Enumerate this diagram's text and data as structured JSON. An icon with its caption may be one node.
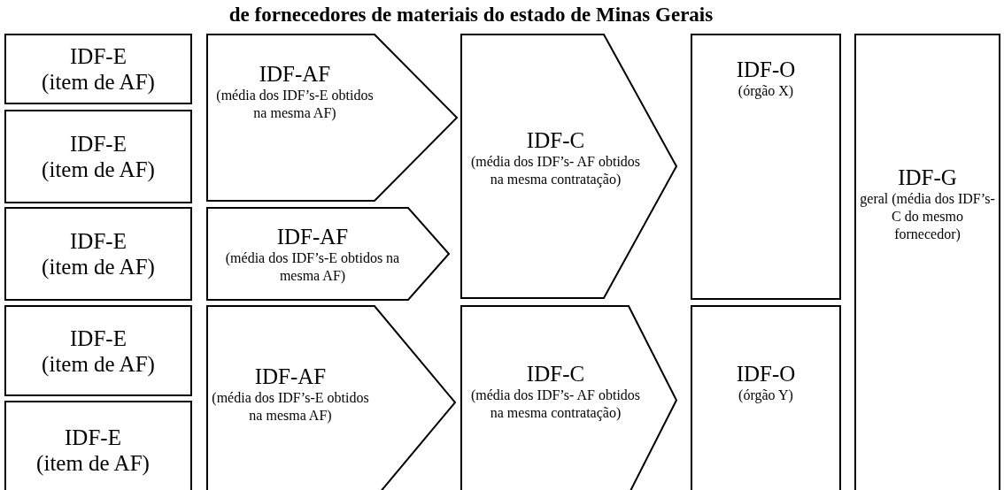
{
  "diagram": {
    "title": "de fornecedores de materiais do estado de Minas Gerais",
    "nodes": [
      {
        "text": [
          "IDF-E",
          "(item de AF)"
        ]
      },
      {
        "text": [
          "IDF-E",
          "(item de AF)"
        ]
      },
      {
        "text": [
          "IDF-E",
          "(item de AF)"
        ]
      },
      {
        "text": [
          "IDF-E",
          "(item de AF)"
        ]
      },
      {
        "text": [
          "IDF-E",
          "(item de AF)"
        ]
      },
      {
        "text": [
          "IDF-AF",
          "(média dos IDF’s-E obtidos na mesma AF)"
        ]
      },
      {
        "text": [
          "IDF-AF",
          "(média dos IDF’s-E obtidos na mesma AF)"
        ]
      },
      {
        "text": [
          "IDF-AF",
          "(média dos IDF’s-E obtidos na mesma AF)"
        ]
      },
      {
        "text": [
          "IDF-C",
          "(média dos IDF’s- AF obtidos na mesma contratação)"
        ]
      },
      {
        "text": [
          "IDF-C",
          "(média dos IDF’s- AF obtidos na mesma contratação)"
        ]
      },
      {
        "text": [
          "IDF-O",
          "(órgão X)"
        ]
      },
      {
        "text": [
          "IDF-O",
          "(órgão Y)"
        ]
      },
      {
        "text": [
          "IDF-G",
          "geral (média dos IDF’s-C do mesmo fornecedor)"
        ]
      }
    ]
  }
}
